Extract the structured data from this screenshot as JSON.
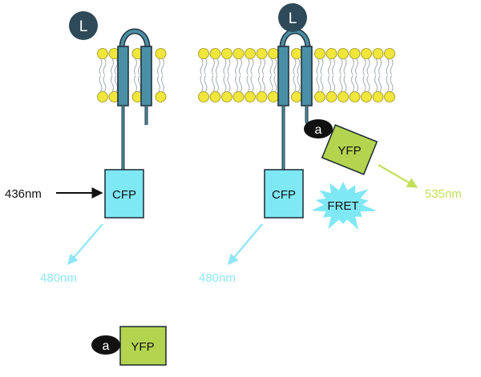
{
  "colors": {
    "membrane_head": "#f0e63c",
    "membrane_head_stroke": "#9a8f1a",
    "receptor": "#4a8fa6",
    "receptor_stroke": "#23343d",
    "cfp": "#7fe8f5",
    "yfp": "#b4d44f",
    "ligand": "#2e4a58",
    "dark": "#111111",
    "fret_burst": "#7fe8f5",
    "emission_cfp": "#8fe6f4",
    "emission_yfp": "#c3e05a"
  },
  "icons": [
    "ligand-circle",
    "membrane-bilayer",
    "receptor-helix",
    "fret-burst",
    "arrow"
  ],
  "left_panel": {
    "ligand": "L",
    "donor": "CFP",
    "excitation": "436nm",
    "emission": "480nm"
  },
  "right_panel": {
    "ligand": "L",
    "donor": "CFP",
    "acceptor": "YFP",
    "binder": "a",
    "fret_label": "FRET",
    "donor_emission": "480nm",
    "acceptor_emission": "535nm"
  },
  "free_probe": {
    "binder": "a",
    "acceptor": "YFP"
  }
}
